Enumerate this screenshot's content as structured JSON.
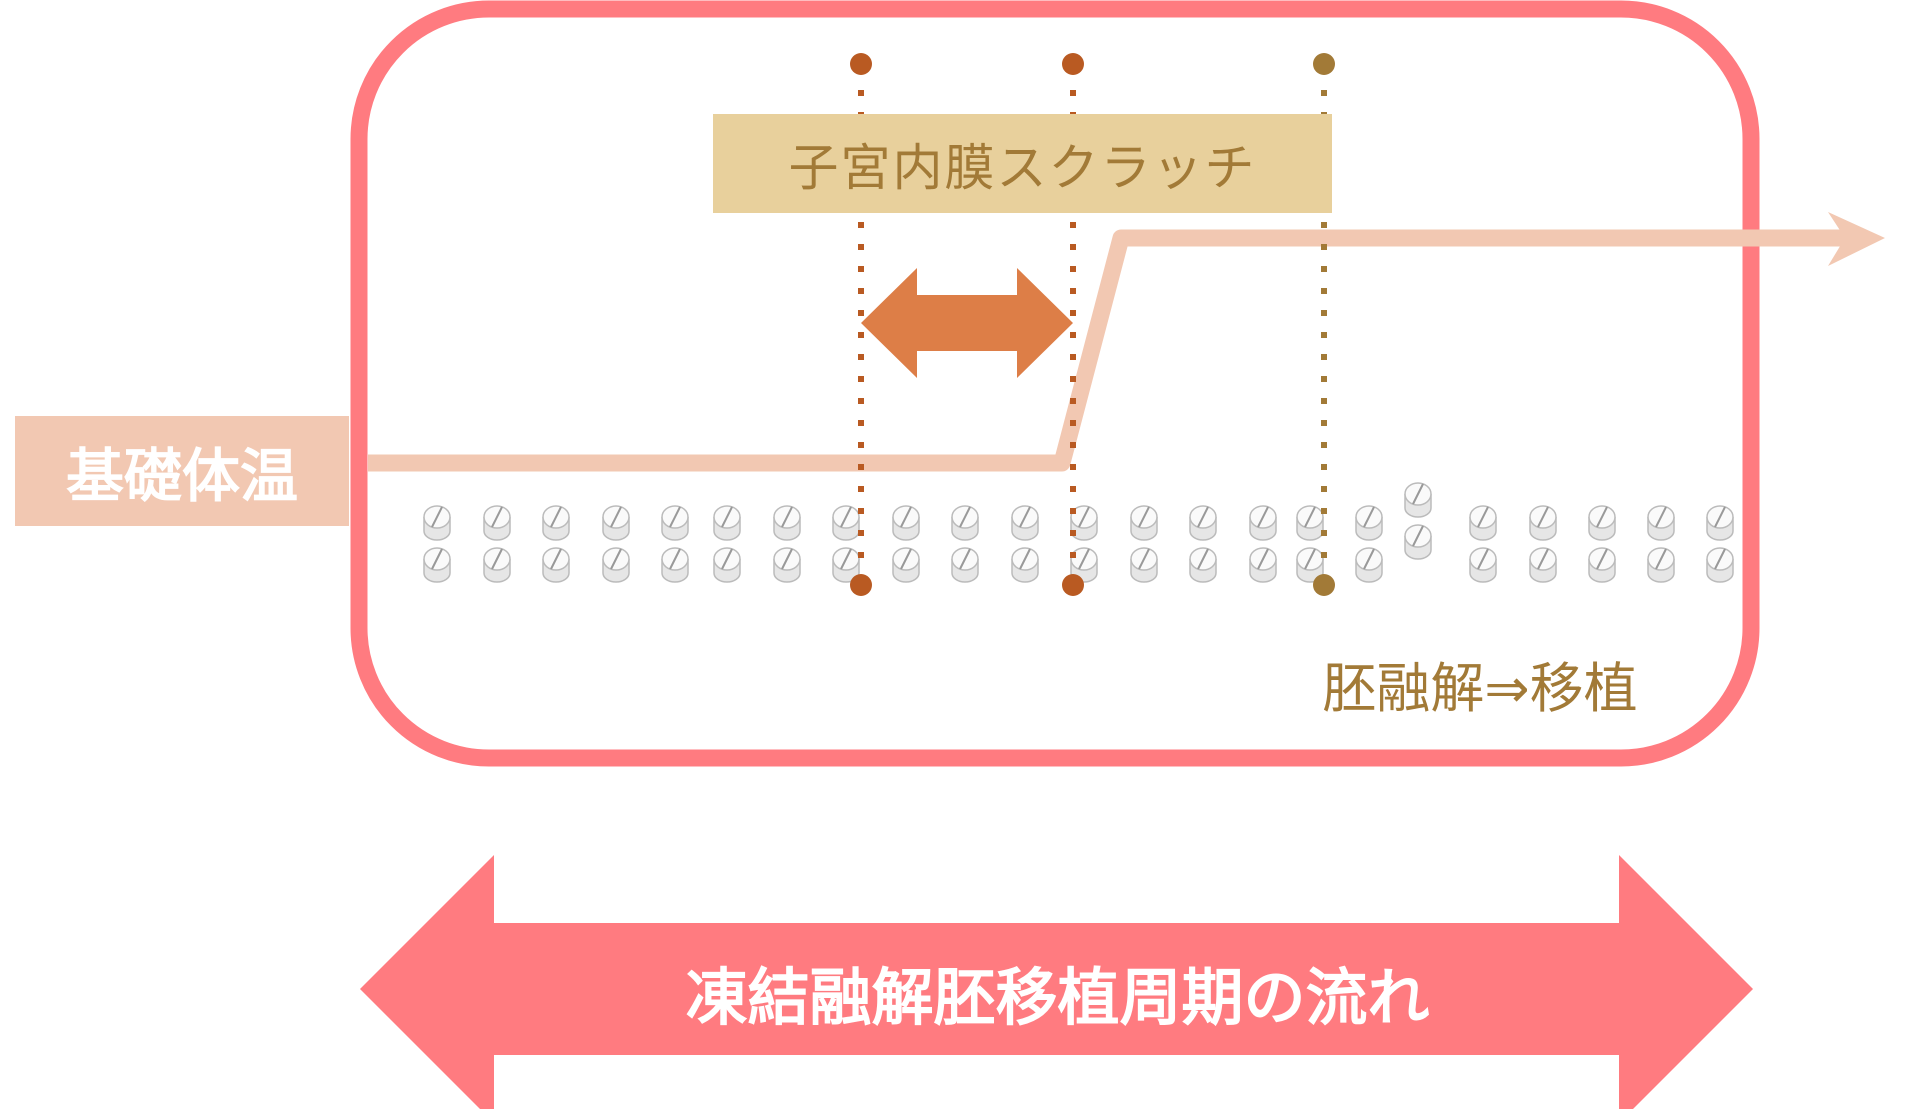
{
  "labels": {
    "basal_body_temperature": "基礎体温",
    "endometrial_scratch": "子宮内膜スクラッチ",
    "embryo_thaw_transfer": "胚融解⇒移植",
    "cycle_flow": "凍結融解胚移植周期の流れ"
  },
  "colors": {
    "frame": "#ff7b80",
    "temperature_line": "#f2c8b2",
    "scratch_arrow": "#dd7e47",
    "marker_1": "#b95a22",
    "marker_2": "#b95a22",
    "marker_3": "#a27a37"
  }
}
